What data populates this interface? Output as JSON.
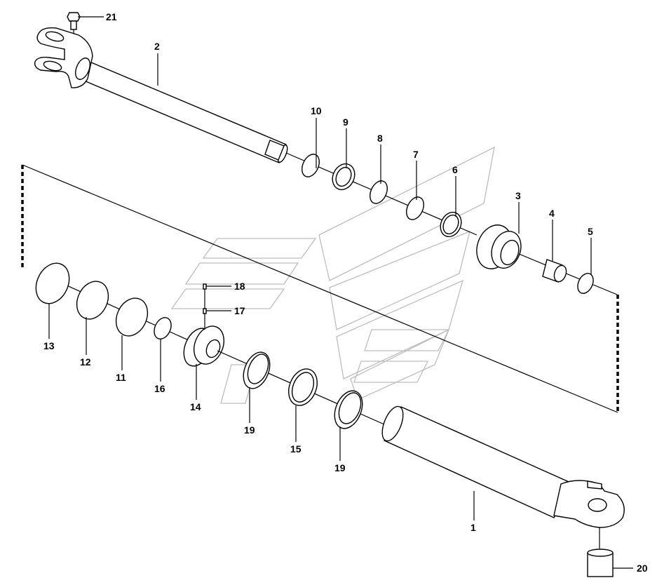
{
  "callouts": [
    {
      "id": "c21",
      "text": "21"
    },
    {
      "id": "c2",
      "text": "2"
    },
    {
      "id": "c10",
      "text": "10"
    },
    {
      "id": "c9",
      "text": "9"
    },
    {
      "id": "c8",
      "text": "8"
    },
    {
      "id": "c7",
      "text": "7"
    },
    {
      "id": "c6",
      "text": "6"
    },
    {
      "id": "c3",
      "text": "3"
    },
    {
      "id": "c4",
      "text": "4"
    },
    {
      "id": "c5",
      "text": "5"
    },
    {
      "id": "c18",
      "text": "18"
    },
    {
      "id": "c17",
      "text": "17"
    },
    {
      "id": "c13",
      "text": "13"
    },
    {
      "id": "c12",
      "text": "12"
    },
    {
      "id": "c11",
      "text": "11"
    },
    {
      "id": "c16",
      "text": "16"
    },
    {
      "id": "c14",
      "text": "14"
    },
    {
      "id": "c19a",
      "text": "19"
    },
    {
      "id": "c15",
      "text": "15"
    },
    {
      "id": "c19b",
      "text": "19"
    },
    {
      "id": "c1",
      "text": "1"
    },
    {
      "id": "c20",
      "text": "20"
    }
  ]
}
